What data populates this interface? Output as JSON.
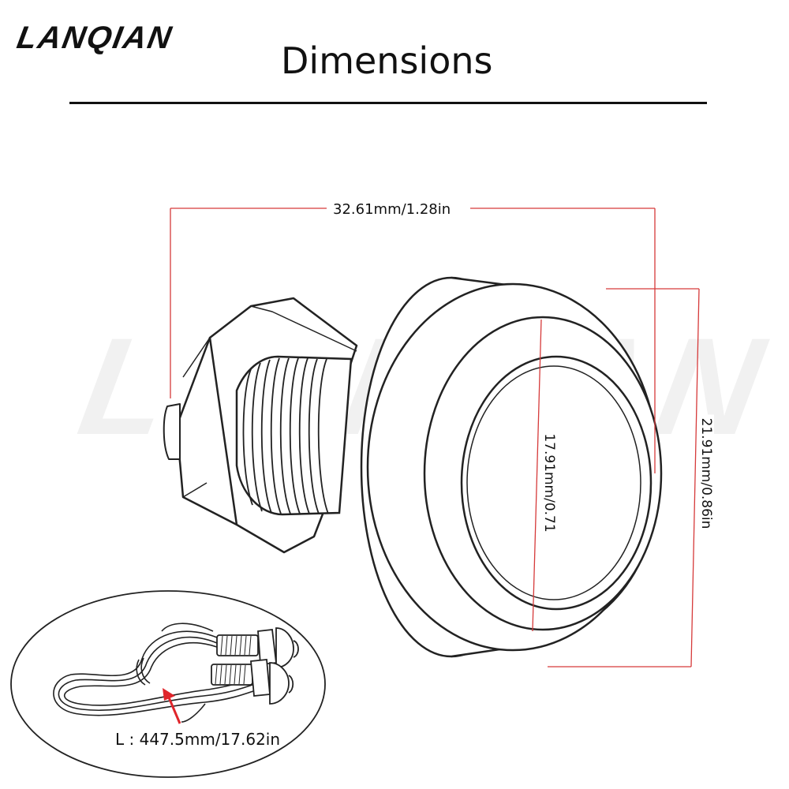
{
  "brand": {
    "logo_text": "LANQIAN",
    "watermark_text": "LANQIAN"
  },
  "header": {
    "title": "Dimensions"
  },
  "dimensions": {
    "width": "32.61mm/1.28in",
    "inner_diameter": "17.91mm/0.71",
    "outer_diameter": "21.91mm/0.86in",
    "cable_length": "L : 447.5mm/17.62in"
  },
  "colors": {
    "dimension_line": "#d63a3a",
    "arrow": "#e0252b",
    "line_art": "#222222"
  },
  "icons": {
    "product": "bar-end-light-line-art",
    "accessory": "wired-light-pair-illustration",
    "pointer": "red-arrow-icon"
  }
}
